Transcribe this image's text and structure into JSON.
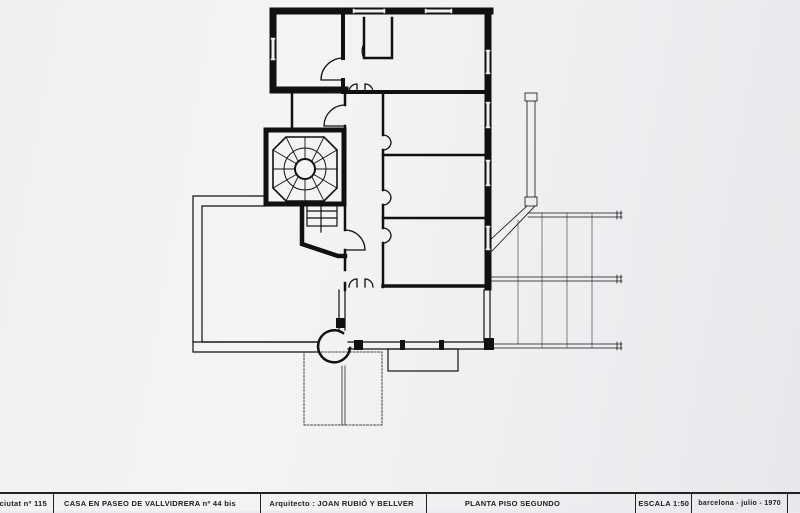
{
  "drawing": {
    "type": "architectural floor plan",
    "ink_color": "#111111",
    "paper_color": "#eef0f2",
    "elements": {
      "main_block": "upper floor rooms with thick walls and windows",
      "spiral_stair": "octagonal stair tower with radial treads",
      "corridor": "central hallway with double-swing doors",
      "bedrooms": "three rooms on the east side",
      "terrace": "open terrace outline on the west",
      "pergola": "pergola beams projecting east",
      "balcony": "dashed outline projection to the south",
      "round_turret": "semicircular bay at south entrance"
    }
  },
  "title_block": {
    "cell_0": "ciutat nº 115",
    "project": "CASA EN PASEO DE VALLVIDRERA nº 44 bis",
    "architect": "Arquitecto : JOAN RUBIÓ Y BELLVER",
    "sheet_title": "PLANTA PISO SEGUNDO",
    "scale": "ESCALA 1:50",
    "place_date": "barcelona - julio - 1970"
  }
}
